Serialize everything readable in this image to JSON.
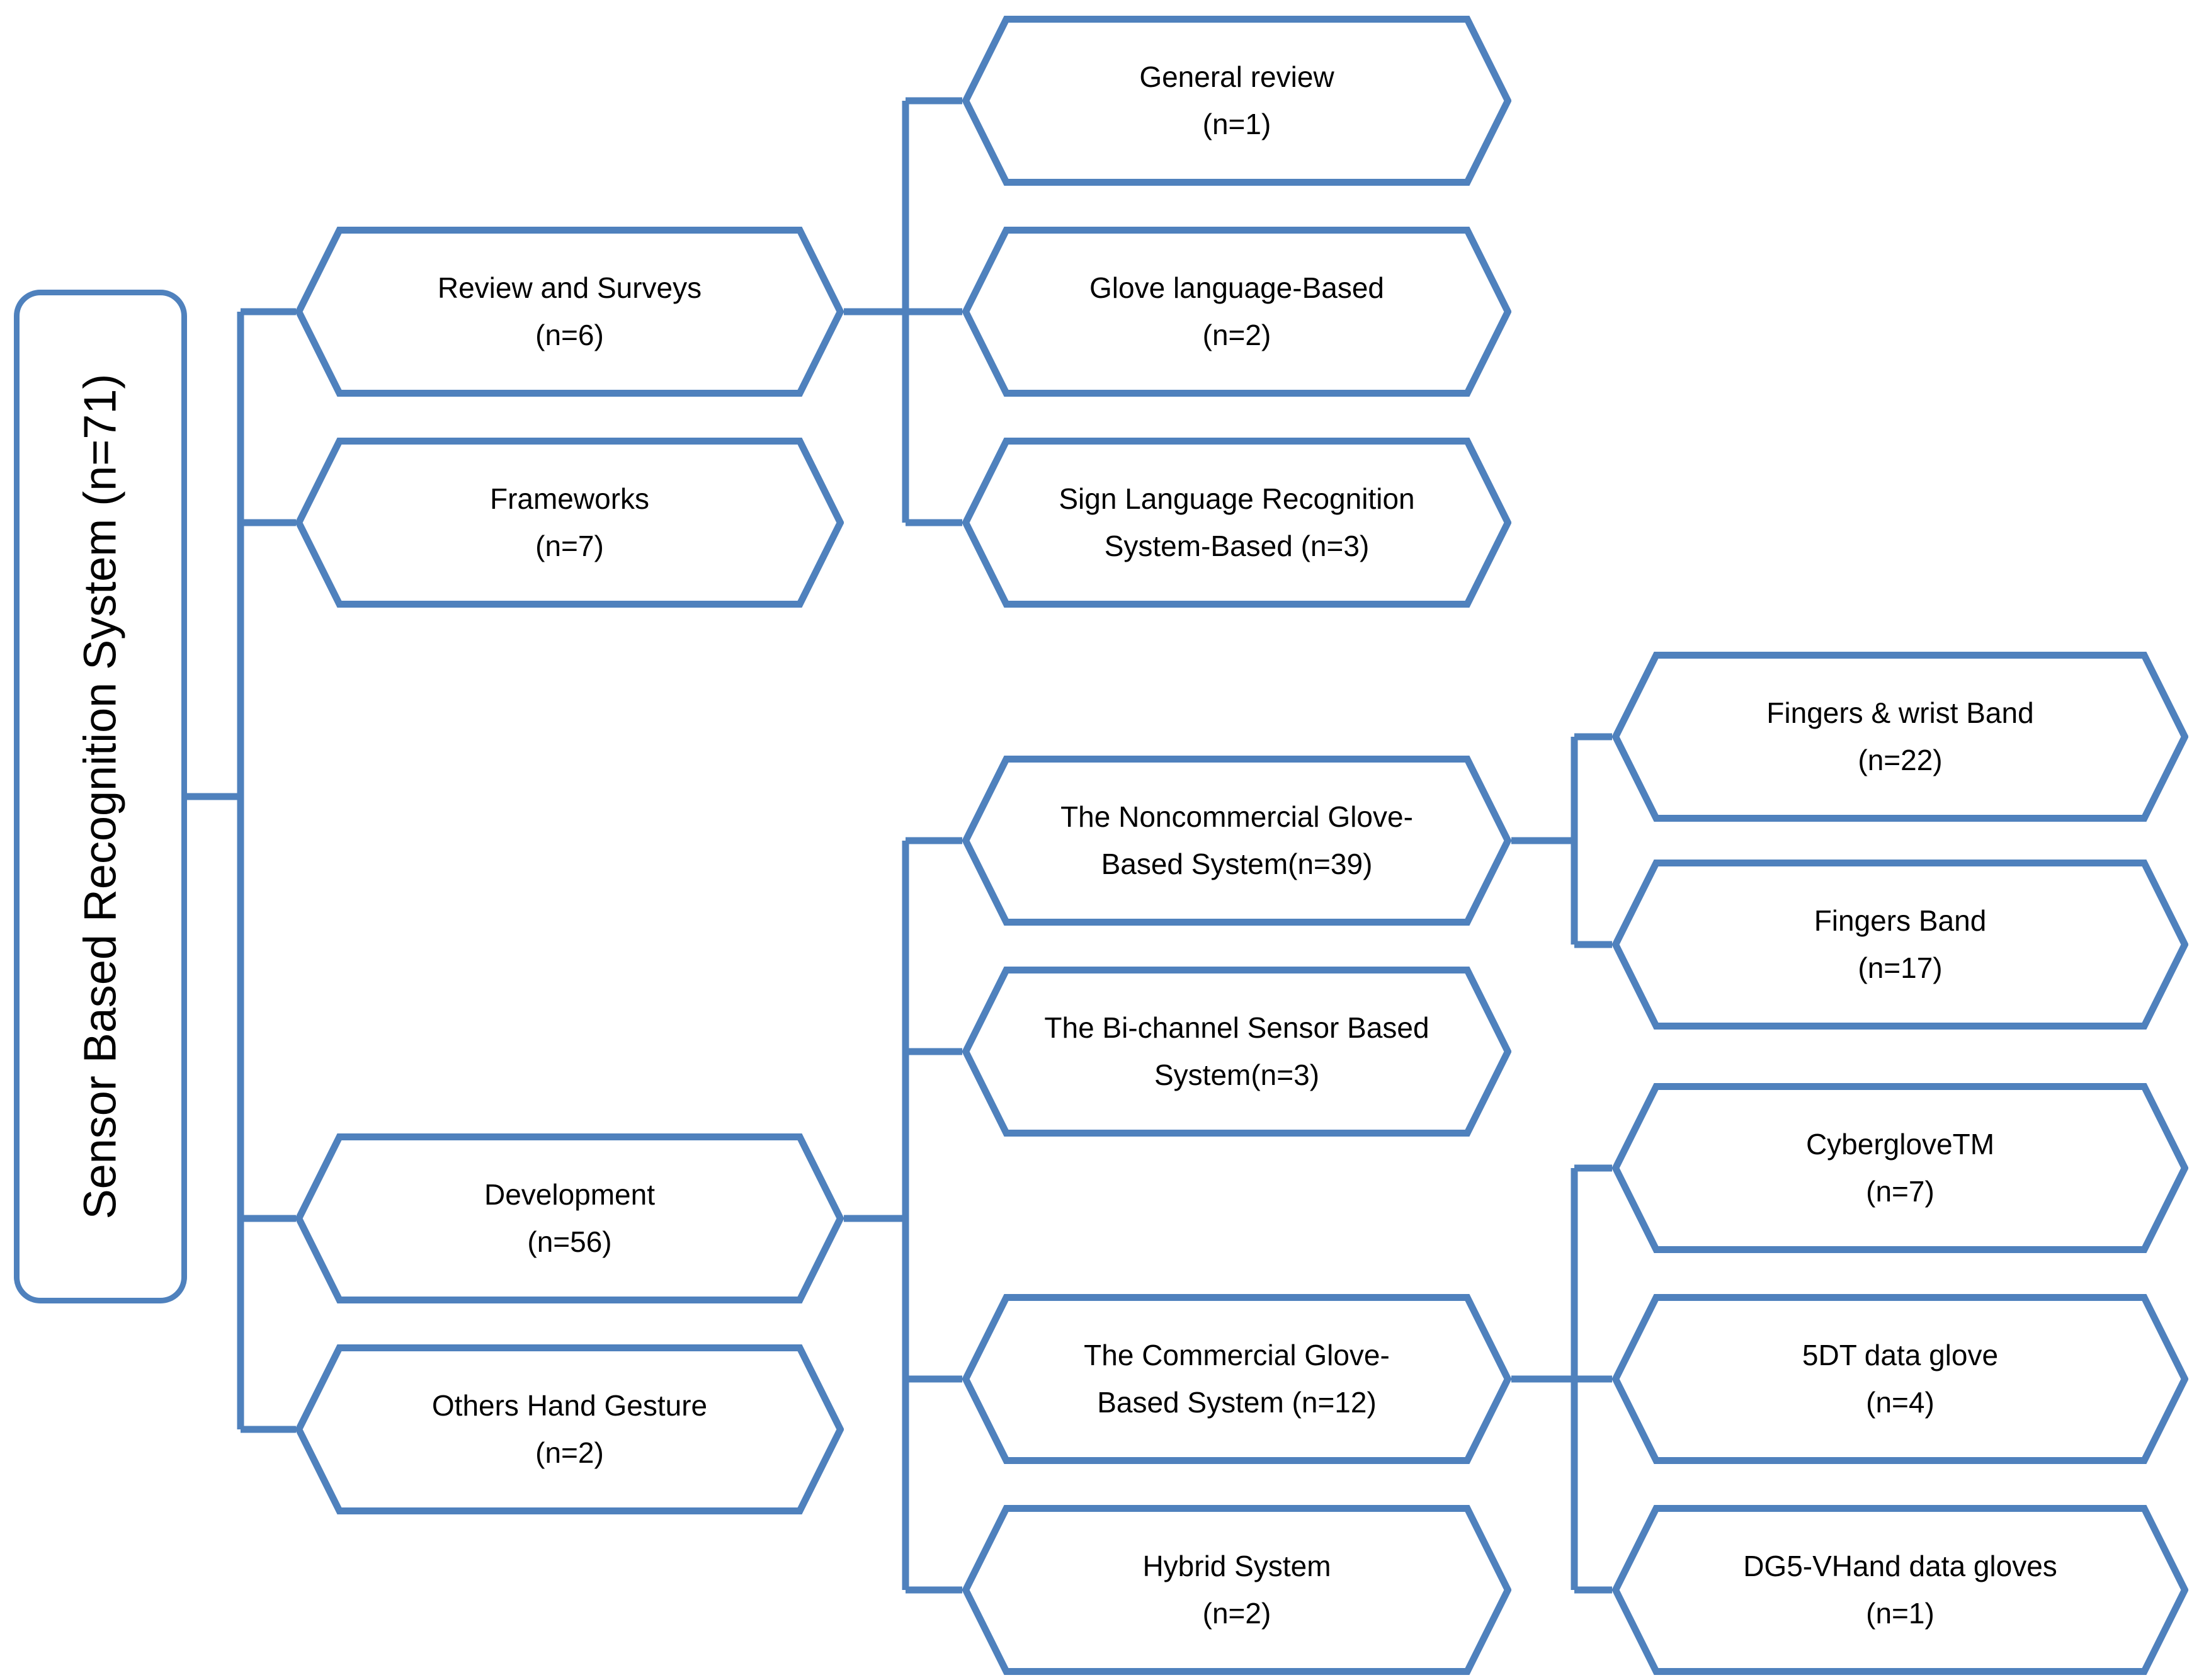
{
  "diagram": {
    "title": "Sensor Based Recognition System taxonomy",
    "accent_color": "#4f81bd",
    "text_color": "#000000",
    "background": "#ffffff",
    "root": {
      "label": "Sensor Based Recognition System (n=71)",
      "shape": "rounded-rectangle",
      "orientation": "vertical-text"
    },
    "level1": [
      {
        "line1": "Review and Surveys",
        "line2": "(n=6)",
        "count": 6
      },
      {
        "line1": "Frameworks",
        "line2": "(n=7)",
        "count": 7
      },
      {
        "line1": "Development",
        "line2": "(n=56)",
        "count": 56
      },
      {
        "line1": "Others Hand Gesture",
        "line2": "(n=2)",
        "count": 2
      }
    ],
    "level2_reviews": [
      {
        "line1": "General review",
        "line2": "(n=1)",
        "count": 1
      },
      {
        "line1": "Glove language-Based",
        "line2": "(n=2)",
        "count": 2
      },
      {
        "line1": "Sign Language Recognition",
        "line2": "System-Based (n=3)",
        "count": 3
      }
    ],
    "level2_development": [
      {
        "line1": "The Noncommercial Glove-",
        "line2": "Based System(n=39)",
        "count": 39
      },
      {
        "line1": "The Bi-channel Sensor Based",
        "line2": "System(n=3)",
        "count": 3
      },
      {
        "line1": "The Commercial Glove-",
        "line2": "Based System (n=12)",
        "count": 12
      },
      {
        "line1": "Hybrid System",
        "line2": "(n=2)",
        "count": 2
      }
    ],
    "level3_noncommercial": [
      {
        "line1": "Fingers & wrist Band",
        "line2": "(n=22)",
        "count": 22
      },
      {
        "line1": "Fingers Band",
        "line2": "(n=17)",
        "count": 17
      }
    ],
    "level3_commercial": [
      {
        "line1": "CybergloveTM",
        "line2": "(n=7)",
        "count": 7
      },
      {
        "line1": "5DT data glove",
        "line2": "(n=4)",
        "count": 4
      },
      {
        "line1": "DG5-VHand data gloves",
        "line2": "(n=1)",
        "count": 1
      }
    ]
  }
}
